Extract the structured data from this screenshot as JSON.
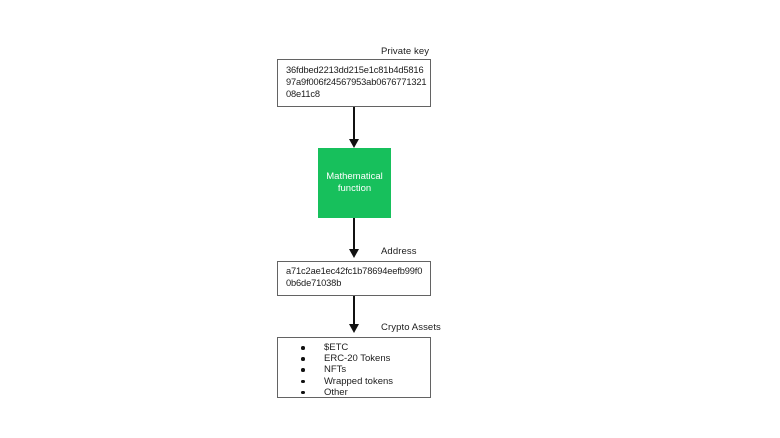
{
  "colors": {
    "green": "#17c05c",
    "border": "#636363",
    "text": "#1c1c1c",
    "arrow": "#111111"
  },
  "nodes": {
    "private_key": {
      "label": "Private key",
      "value": "36fdbed2213dd215e1c81b4d5816\n97a9f006f24567953ab0676771321\n08e11c8"
    },
    "function": {
      "label": "Mathematical\nfunction"
    },
    "address": {
      "label": "Address",
      "value": "a71c2ae1ec42fc1b78694eefb99f0\n0b6de71038b"
    },
    "crypto_assets": {
      "label": "Crypto Assets",
      "items": [
        "$ETC",
        "ERC-20 Tokens",
        "NFTs",
        "Wrapped tokens",
        "Other"
      ]
    }
  }
}
